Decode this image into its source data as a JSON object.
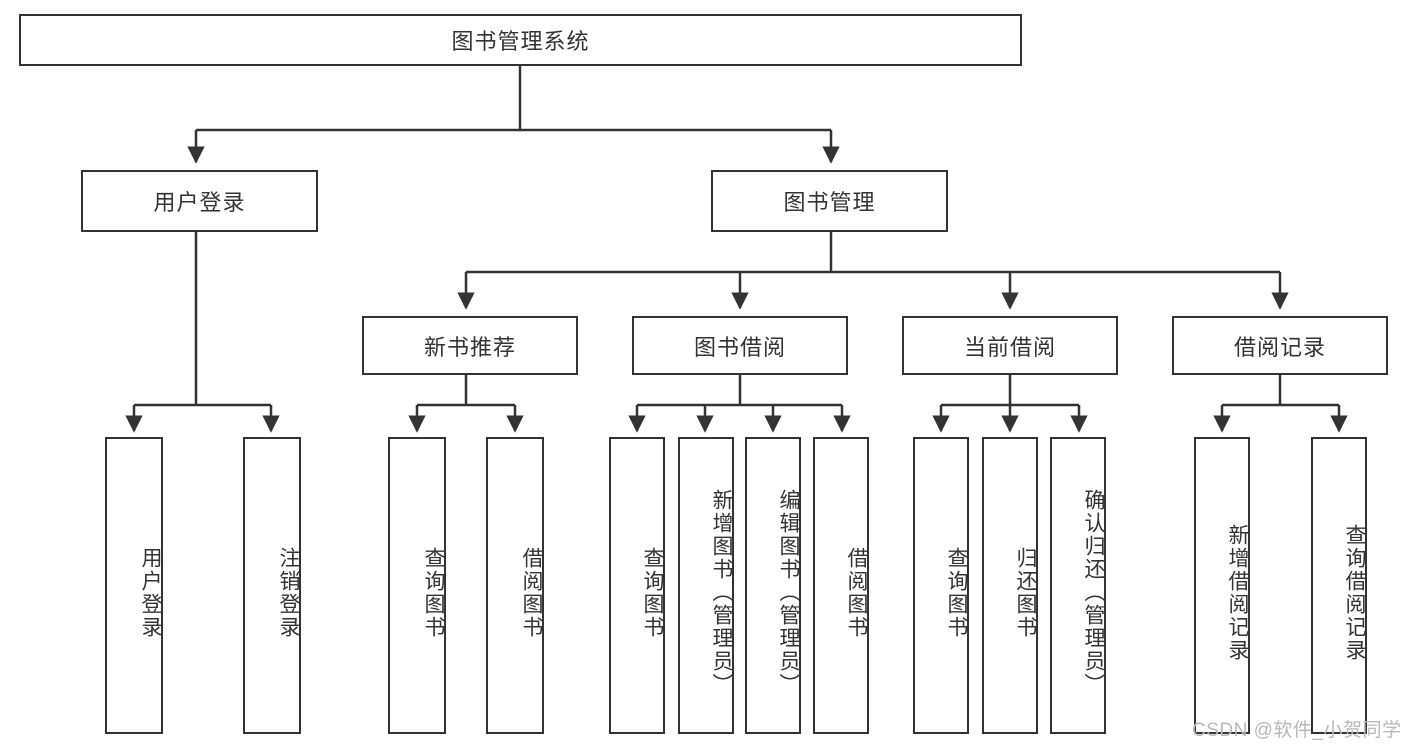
{
  "diagram": {
    "type": "tree-hierarchy",
    "title": "图书管理系统",
    "root": {
      "label": "图书管理系统"
    },
    "level2": [
      {
        "label": "用户登录"
      },
      {
        "label": "图书管理"
      }
    ],
    "level3": [
      {
        "label": "新书推荐"
      },
      {
        "label": "图书借阅"
      },
      {
        "label": "当前借阅"
      },
      {
        "label": "借阅记录"
      }
    ],
    "leaves": [
      {
        "label": "用户登录",
        "parent": "用户登录"
      },
      {
        "label": "注销登录",
        "parent": "用户登录"
      },
      {
        "label": "查询图书",
        "parent": "新书推荐"
      },
      {
        "label": "借阅图书",
        "parent": "新书推荐"
      },
      {
        "label": "查询图书",
        "parent": "图书借阅"
      },
      {
        "label": "新增图书（管理员）",
        "parent": "图书借阅"
      },
      {
        "label": "编辑图书（管理员）",
        "parent": "图书借阅"
      },
      {
        "label": "借阅图书",
        "parent": "图书借阅"
      },
      {
        "label": "查询图书",
        "parent": "当前借阅"
      },
      {
        "label": "归还图书",
        "parent": "当前借阅"
      },
      {
        "label": "确认归还（管理员）",
        "parent": "当前借阅"
      },
      {
        "label": "新增借阅记录",
        "parent": "借阅记录"
      },
      {
        "label": "查询借阅记录",
        "parent": "借阅记录"
      }
    ],
    "watermark": "CSDN @软件_小贺同学",
    "colors": {
      "stroke": "#333333",
      "background": "#ffffff",
      "text": "#333333",
      "watermark": "#b8b8b8"
    }
  }
}
